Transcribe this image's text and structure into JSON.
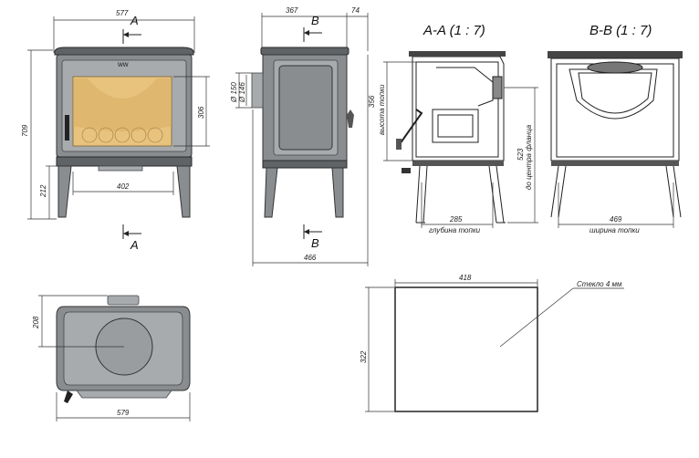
{
  "front_view": {
    "dim_width_top": "577",
    "dim_height_total": "709",
    "dim_glass_height": "306",
    "dim_leg_height": "212",
    "dim_leg_span": "402",
    "section_mark_top": "A",
    "section_mark_bottom": "A"
  },
  "side_view": {
    "dim_depth": "367",
    "dim_flue_offset": "74",
    "dim_flue_outer": "Ø 150",
    "dim_flue_inner": "Ø 146",
    "dim_depth_total": "466",
    "section_mark_top": "B",
    "section_mark_bottom": "B"
  },
  "section_aa": {
    "title": "A-A (1 : 7)",
    "dim_firebox_height": "356",
    "label_firebox_height": "высота топки",
    "dim_flange_center": "523",
    "label_flange_center": "до центра фланца",
    "dim_firebox_depth": "285",
    "label_firebox_depth": "глубина топки"
  },
  "section_bb": {
    "title": "B-B (1 : 7)",
    "dim_firebox_width": "469",
    "label_firebox_width": "ширина топки"
  },
  "top_view": {
    "dim_depth": "208",
    "dim_width": "579"
  },
  "glass": {
    "dim_width": "418",
    "dim_height": "322",
    "note": "Стекло 4 мм"
  },
  "colors": {
    "stove_body": "#8a8d90",
    "glass_fill": "#e8c37e",
    "line": "#222222"
  }
}
